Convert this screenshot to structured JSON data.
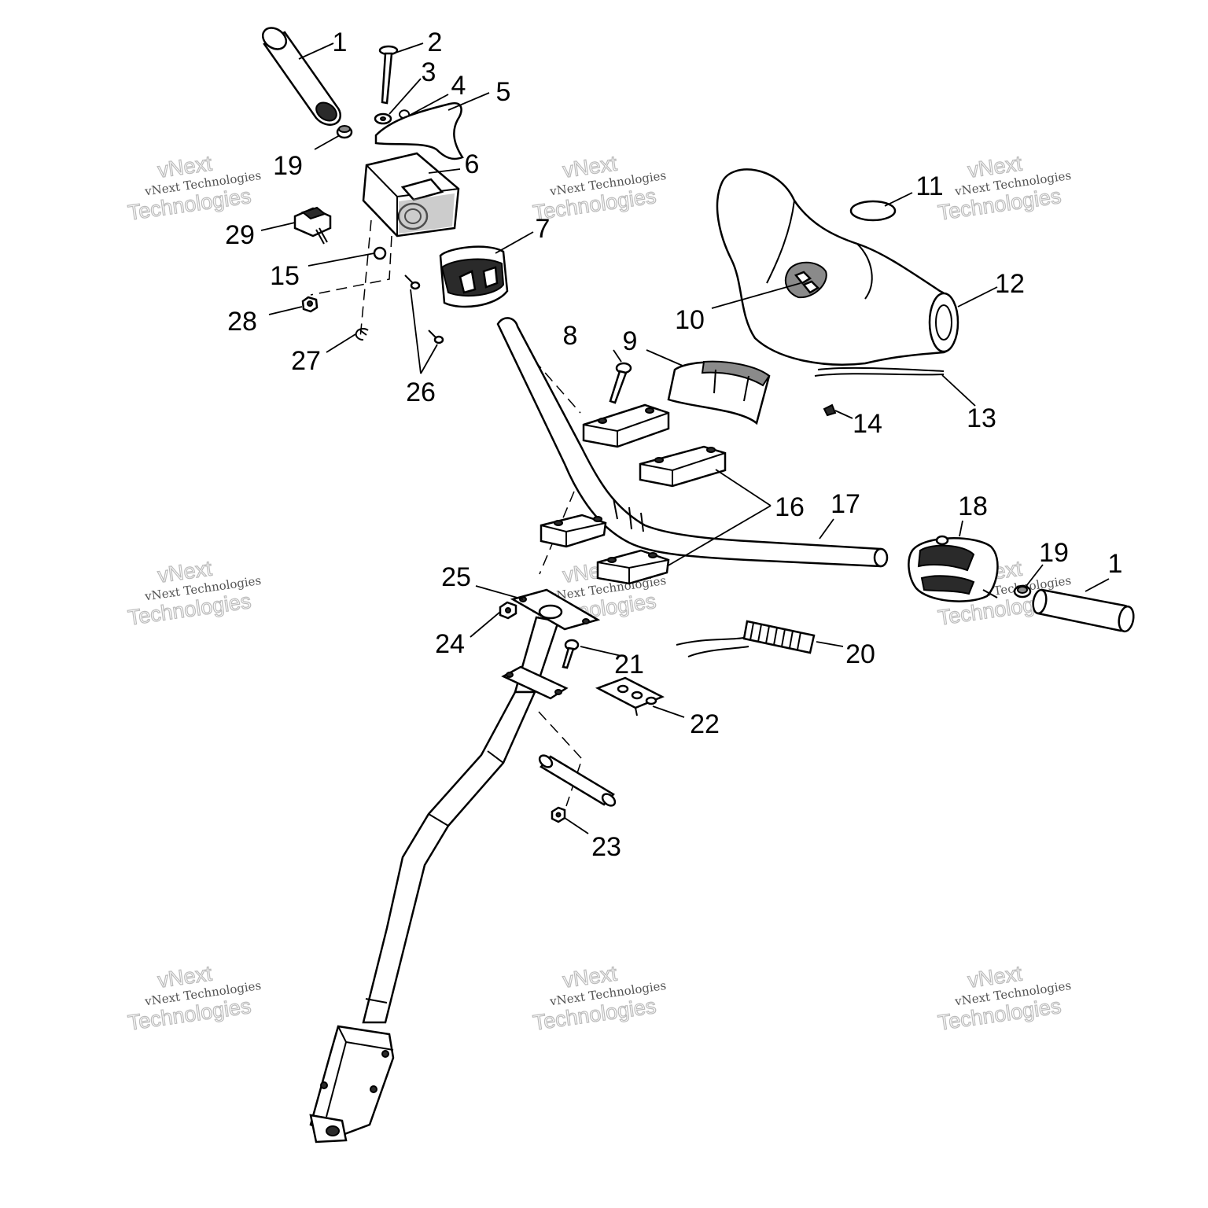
{
  "diagram": {
    "callouts": [
      {
        "id": "c1a",
        "text": "1"
      },
      {
        "id": "c2",
        "text": "2"
      },
      {
        "id": "c3",
        "text": "3"
      },
      {
        "id": "c4",
        "text": "4"
      },
      {
        "id": "c5",
        "text": "5"
      },
      {
        "id": "c6",
        "text": "6"
      },
      {
        "id": "c7",
        "text": "7"
      },
      {
        "id": "c8",
        "text": "8"
      },
      {
        "id": "c9",
        "text": "9"
      },
      {
        "id": "c10",
        "text": "10"
      },
      {
        "id": "c11",
        "text": "11"
      },
      {
        "id": "c12",
        "text": "12"
      },
      {
        "id": "c13",
        "text": "13"
      },
      {
        "id": "c14",
        "text": "14"
      },
      {
        "id": "c15",
        "text": "15"
      },
      {
        "id": "c16",
        "text": "16"
      },
      {
        "id": "c17",
        "text": "17"
      },
      {
        "id": "c18",
        "text": "18"
      },
      {
        "id": "c19a",
        "text": "19"
      },
      {
        "id": "c19b",
        "text": "19"
      },
      {
        "id": "c1b",
        "text": "1"
      },
      {
        "id": "c20",
        "text": "20"
      },
      {
        "id": "c21",
        "text": "21"
      },
      {
        "id": "c22",
        "text": "22"
      },
      {
        "id": "c23",
        "text": "23"
      },
      {
        "id": "c24",
        "text": "24"
      },
      {
        "id": "c25",
        "text": "25"
      },
      {
        "id": "c26",
        "text": "26"
      },
      {
        "id": "c27",
        "text": "27"
      },
      {
        "id": "c28",
        "text": "28"
      },
      {
        "id": "c29",
        "text": "29"
      }
    ]
  },
  "watermark": {
    "small_text": "vNext Technologies",
    "big_line1": "vNext",
    "big_line2": "Technologies"
  }
}
